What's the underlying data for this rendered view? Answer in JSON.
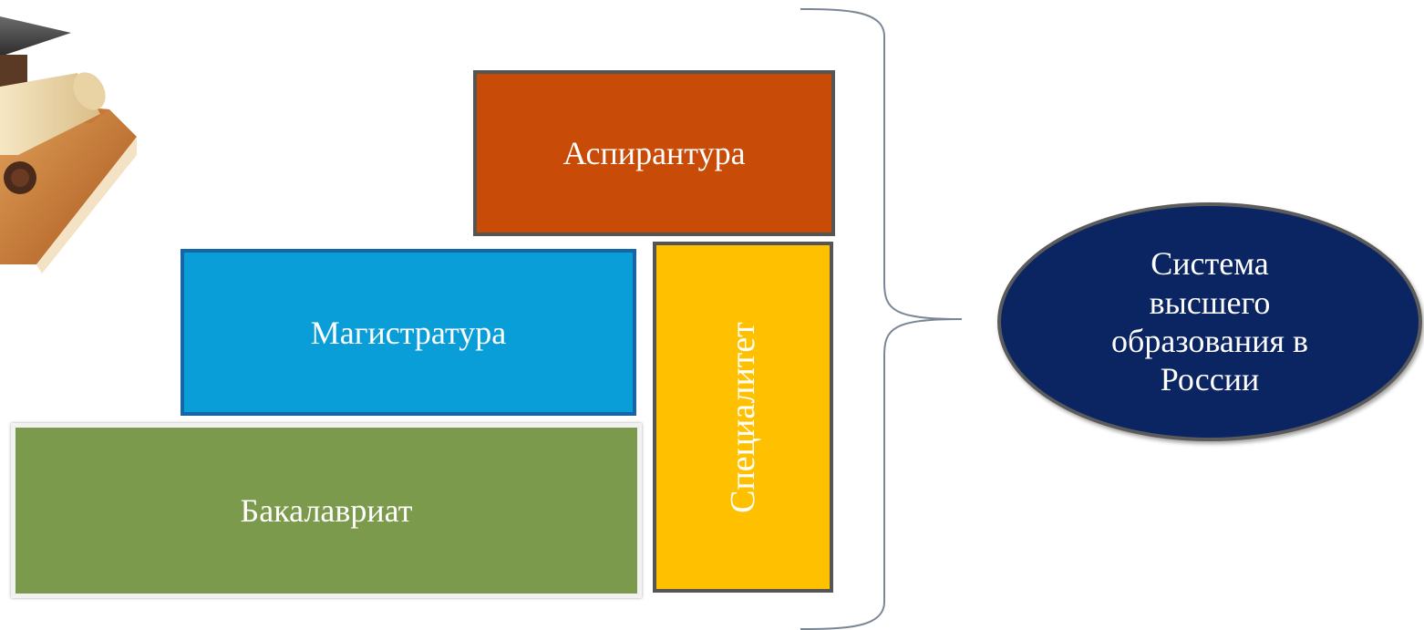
{
  "diagram": {
    "levels": {
      "aspirantura": "Аспирантура",
      "magistratura": "Магистратура",
      "bakalavriat": "Бакалавриат",
      "specialitet": "Специалитет"
    },
    "system_label": "Система\nвысшего\nобразования в\nРоссии"
  },
  "colors": {
    "aspirantura": "#c84b08",
    "magistratura": "#0a9ed8",
    "bakalavriat": "#7c9a4c",
    "specialitet": "#ffc000",
    "system_ellipse": "#0b2462"
  },
  "icons": {
    "decoration": "graduation-books-diploma-icon",
    "brace": "right-brace"
  }
}
